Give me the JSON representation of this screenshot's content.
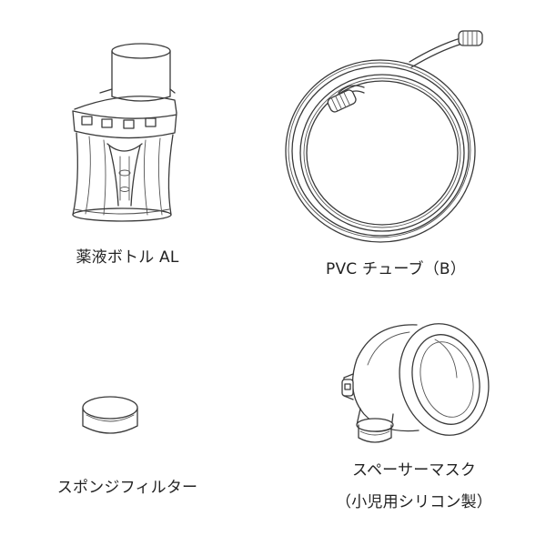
{
  "parts": [
    {
      "id": "bottle",
      "label": "薬液ボトル AL"
    },
    {
      "id": "tube",
      "label": "PVC チューブ（B）"
    },
    {
      "id": "filter",
      "label": "スポンジフィルター"
    },
    {
      "id": "mask",
      "label_line1": "スペーサーマスク",
      "label_line2": "（小児用シリコン製）"
    }
  ]
}
